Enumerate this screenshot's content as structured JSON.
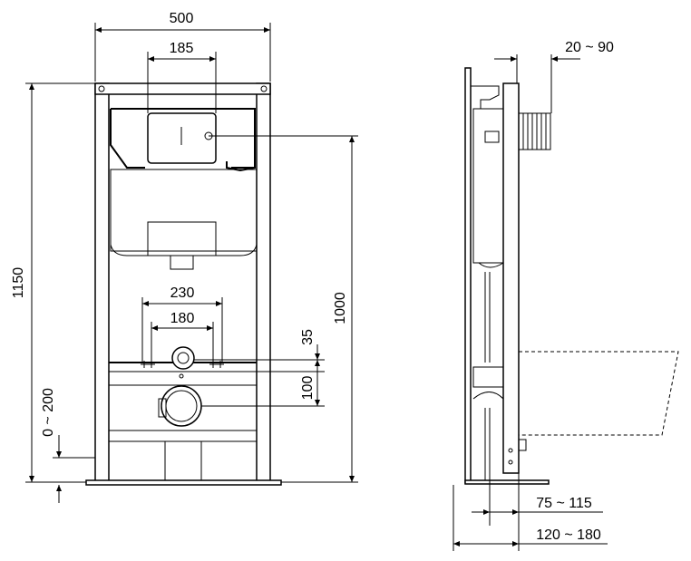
{
  "dimensions": {
    "width_total": "500",
    "flush_plate_width": "185",
    "height_total": "1150",
    "height_flush_center": "1000",
    "bolt_spacing_outer": "230",
    "bolt_spacing_inner": "180",
    "bolt_offset": "35",
    "outlet_offset": "100",
    "leg_adjust": "0 ~ 200",
    "wall_depth": "20 ~ 90",
    "frame_depth": "75 ~ 115",
    "total_depth": "120 ~ 180"
  }
}
